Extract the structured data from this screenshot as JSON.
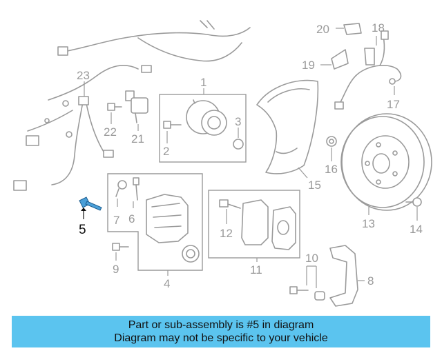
{
  "callouts": {
    "c1": "1",
    "c2": "2",
    "c3": "3",
    "c4": "4",
    "c5": "5",
    "c6": "6",
    "c7": "7",
    "c8": "8",
    "c9": "9",
    "c10": "10",
    "c11": "11",
    "c12": "12",
    "c13": "13",
    "c14": "14",
    "c15": "15",
    "c16": "16",
    "c17": "17",
    "c18": "18",
    "c19": "19",
    "c20": "20",
    "c21": "21",
    "c22": "22",
    "c23": "23"
  },
  "highlighted_part": "5",
  "colors": {
    "banner": "#5bc4ef",
    "highlight_part": "#4a9fd8",
    "line_art": "#9a9a9a"
  },
  "banner": {
    "line1": "Part or sub-assembly is #5 in diagram",
    "line2": "Diagram may not be specific to your vehicle"
  }
}
